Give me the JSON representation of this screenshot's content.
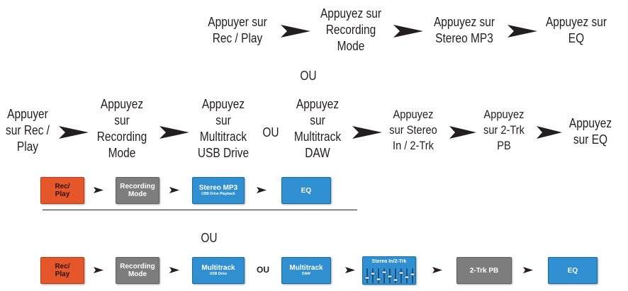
{
  "top_flow": {
    "step1": "Appuyer sur\nRec / Play",
    "step2": "Appuyez sur\nRecording\nMode",
    "step3": "Appuyez sur\nStereo MP3",
    "step4": "Appuyez sur\nEQ"
  },
  "ou_label": "OU",
  "middle_flow": {
    "step1": "Appuyer\nsur Rec /\nPlay",
    "step2": "Appuyez\nsur\nRecording\nMode",
    "step3": "Appuyez\nsur\nMultitrack\nUSB Drive",
    "or_label": "OU",
    "step4": "Appuyez\nsur\nMultitrack\nDAW",
    "step5": "Appuyez\nsur Stereo\nIn / 2-Trk",
    "step6": "Appuyez\nsur 2-Trk\nPB",
    "step7": "Appuyez\nsur EQ"
  },
  "button_row_1": {
    "rec_play": "Rec/\nPlay",
    "recording_mode": "Recording\nMode",
    "stereo_mp3": "Stereo MP3",
    "stereo_mp3_sub": "USB Drive Playback",
    "eq": "EQ"
  },
  "ou_label_2": "OU",
  "button_row_2": {
    "rec_play": "Rec/\nPlay",
    "recording_mode": "Recording\nMode",
    "multitrack_usb": "Multitrack",
    "multitrack_usb_sub": "USB Drive",
    "ou": "OU",
    "multitrack_daw": "Multitrack",
    "multitrack_daw_sub": "DAW",
    "stereo_in": "Stereo In/2-Trk",
    "two_trk_pb": "2-Trk PB",
    "eq": "EQ"
  },
  "colors": {
    "rec_orange": "#e5572a",
    "mode_gray": "#7d7d7d",
    "button_blue": "#2f8fd0",
    "arrow_black": "#231f20"
  },
  "icons": [
    "arrow-right-icon",
    "fader-icon"
  ]
}
